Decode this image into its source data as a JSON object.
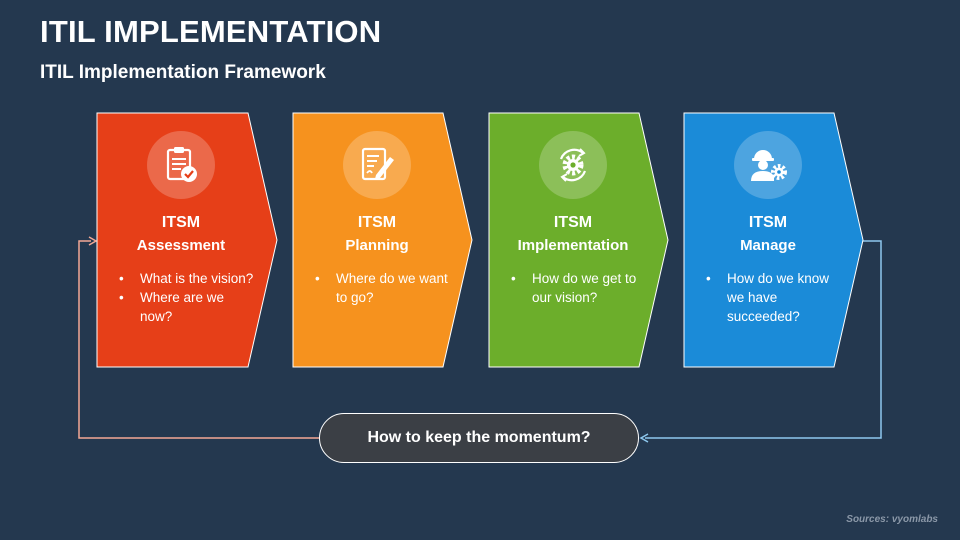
{
  "title": "ITIL IMPLEMENTATION",
  "subtitle": "ITIL Implementation Framework",
  "colors": {
    "background": "#24384f",
    "assessment": "#e63f18",
    "planning": "#f6921e",
    "implementation": "#6cae2b",
    "manage": "#1b8bd8",
    "feedback_left": "#f4a896",
    "feedback_right": "#8ec8ef"
  },
  "steps": [
    {
      "label": "ITSM",
      "sublabel": "Assessment",
      "icon": "clipboard-check-icon",
      "bullets": [
        "What is the vision?",
        "Where are we now?"
      ]
    },
    {
      "label": "ITSM",
      "sublabel": "Planning",
      "icon": "document-pen-icon",
      "bullets": [
        "Where do we want to go?"
      ]
    },
    {
      "label": "ITSM",
      "sublabel": "Implementation",
      "icon": "gear-cycle-icon",
      "bullets": [
        "How do we get to our vision?"
      ]
    },
    {
      "label": "ITSM",
      "sublabel": "Manage",
      "icon": "engineer-gear-icon",
      "bullets": [
        "How do we know we have succeeded?"
      ]
    }
  ],
  "feedback": "How to keep the momentum?",
  "source": "Sources: vyomlabs"
}
